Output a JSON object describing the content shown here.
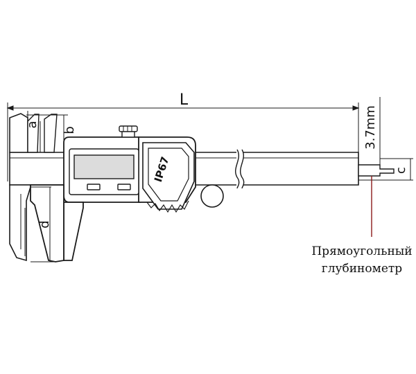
{
  "labels": {
    "length": "L",
    "a": "a",
    "b": "b",
    "c": "c",
    "d": "d",
    "probe_width": "3.7mm",
    "ip_rating": "IP67"
  },
  "caption": {
    "line1": "Прямоугольный",
    "line2": "глубинометр"
  },
  "colors": {
    "outline": "#1a1a1a",
    "body_fill": "#ffffff",
    "screen_fill": "#dcdcdc",
    "pointer_line": "#8b1a1a"
  }
}
